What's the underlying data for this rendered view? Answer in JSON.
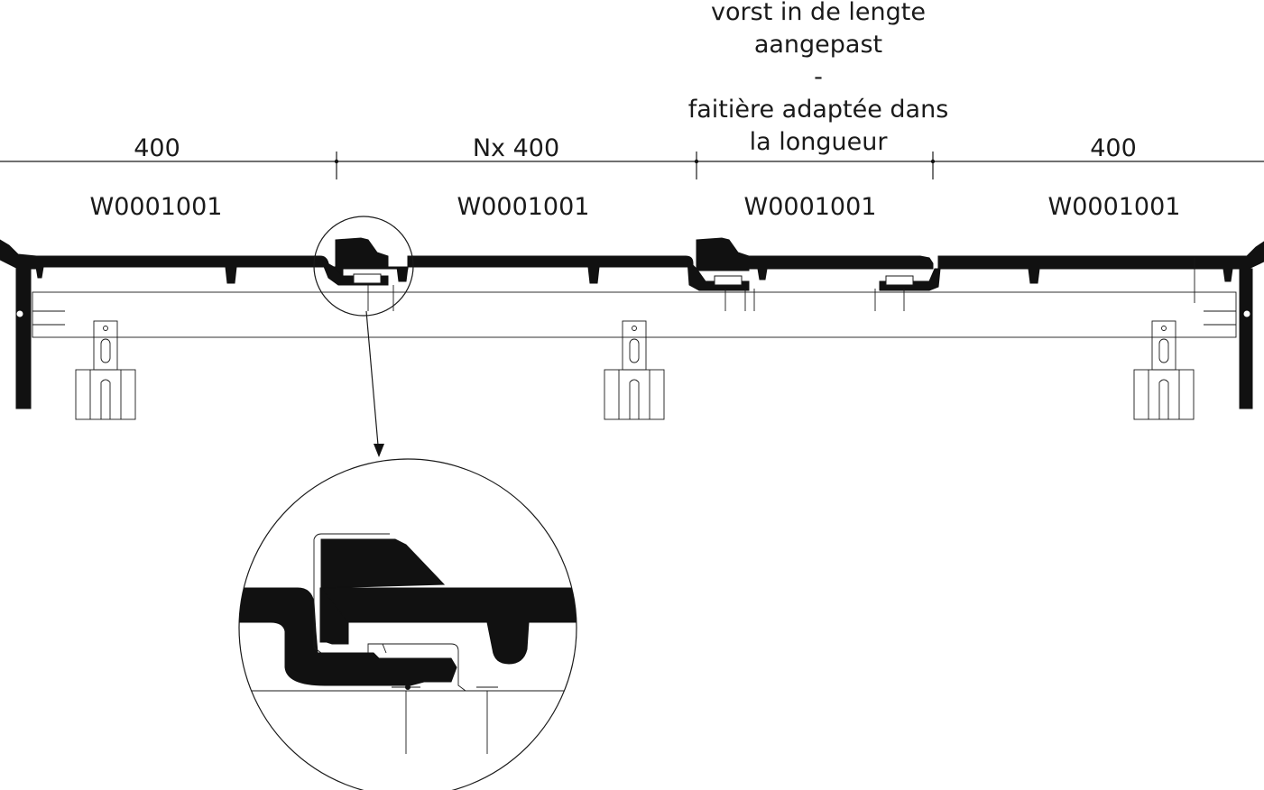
{
  "annotation": {
    "lines": [
      "vorst in de lengte",
      "aangepast",
      "-",
      "faitière adaptée dans",
      "la longueur"
    ]
  },
  "dimensions": [
    {
      "label": "400"
    },
    {
      "label": "Nx 400"
    },
    {
      "label": "400"
    }
  ],
  "tiles": [
    {
      "code": "W0001001"
    },
    {
      "code": "W0001001"
    },
    {
      "code": "W0001001"
    },
    {
      "code": "W0001001"
    }
  ],
  "colors": {
    "ink": "#111111",
    "background": "#ffffff"
  }
}
